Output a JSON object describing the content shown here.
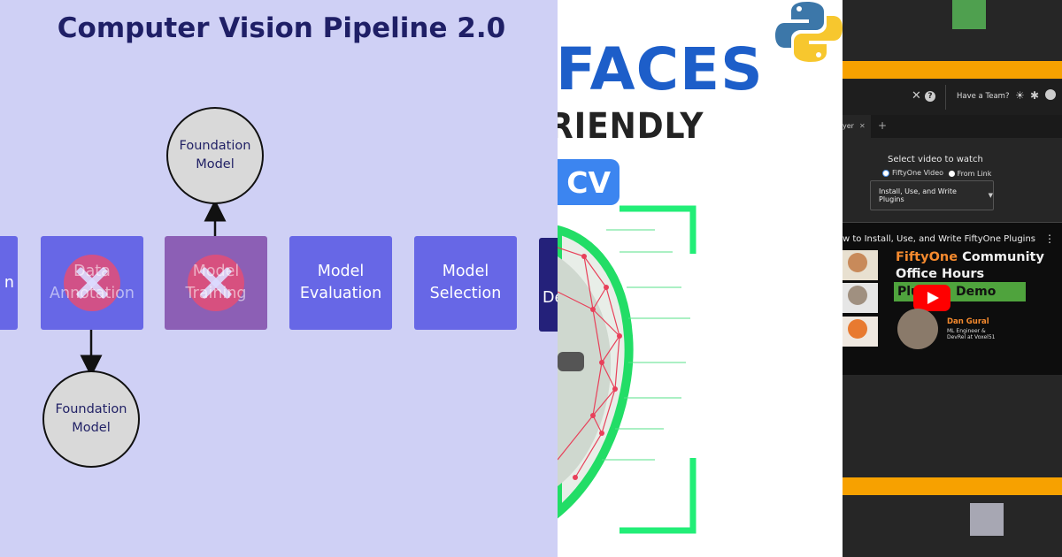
{
  "pipeline": {
    "title": "Computer Vision Pipeline 2.0",
    "steps": [
      {
        "label": "n",
        "status": "partial"
      },
      {
        "label": "Data\nAnnotation",
        "status": "crossed"
      },
      {
        "label": "Model\nTraining",
        "status": "crossed"
      },
      {
        "label": "Model\nEvaluation",
        "status": "active"
      },
      {
        "label": "Model\nSelection",
        "status": "active"
      },
      {
        "label": "De",
        "status": "partial"
      }
    ],
    "foundation_top": "Foundation\nModel",
    "foundation_bottom": "Foundation\nModel",
    "colors": {
      "background": "#cfd0f5",
      "step": "#6767e6",
      "title": "#1f1f66"
    }
  },
  "faces_thumb": {
    "title": "FACES",
    "subtitle": "RIENDLY",
    "pill": "CV",
    "colors": {
      "title": "#1d5ec9",
      "frame": "#22ee77",
      "mesh": "#e8405a"
    }
  },
  "fiftyone_app": {
    "header_team": "Have a Team?",
    "tab_label": "yer",
    "select_heading": "Select video to watch",
    "radio_fiftyone": "FiftyOne Video",
    "radio_link": "From Link",
    "select_value": "Install, Use, and Write Plugins",
    "video_title": "w to Install, Use, and Write FiftyOne Plugins",
    "brand": "FiftyOne",
    "brand_rest": "Community",
    "office_hours": "Office Hours",
    "plugins_banner": "Plu",
    "plugins_banner_rest": "Demo",
    "presenter_name": "Dan Gural",
    "presenter_role_1": "ML Engineer &",
    "presenter_role_2": "DevRel at Voxel51",
    "colors": {
      "accent": "#f7a100",
      "brand_orange": "#f58a2e",
      "banner": "#4fa33d"
    }
  }
}
